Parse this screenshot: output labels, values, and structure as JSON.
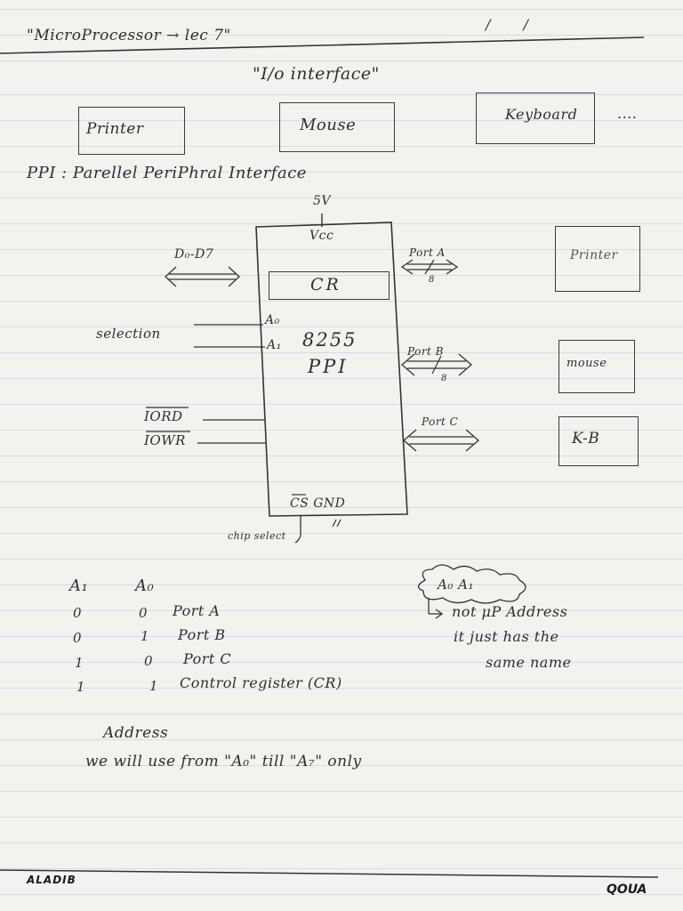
{
  "header": {
    "title": "\"MicroProcessor → lec 7\"",
    "date_marks": "/   /"
  },
  "section_title": "\"I/o interface\"",
  "devices": [
    "Printer",
    "Mouse",
    "Keyboard",
    "...."
  ],
  "ppi_definition": "PPI : Parellel PeriPhral Interface",
  "diagram": {
    "supply": "5V",
    "vcc": "Vcc",
    "cr": "CR",
    "chip_line1": "8255",
    "chip_line2": "PPI",
    "pin_a0": "A₀",
    "pin_a1": "A₁",
    "bottom_pins": "CS  GND",
    "data_bus": "D₀-D7",
    "selection": "selection",
    "iord": "IORD",
    "iowr": "IOWR",
    "chip_select": "chip select",
    "port_a": "Port A",
    "port_b": "Port B",
    "port_c": "Port C",
    "bus_width_a": "8",
    "bus_width_b": "8",
    "dev_printer": "Printer",
    "dev_mouse": "mouse",
    "dev_kb": "K-B"
  },
  "truth_table": {
    "headers": [
      "A₁",
      "A₀"
    ],
    "rows": [
      {
        "a1": "0",
        "a0": "0",
        "port": "Port A"
      },
      {
        "a1": "0",
        "a0": "1",
        "port": "Port B"
      },
      {
        "a1": "1",
        "a0": "0",
        "port": "Port C"
      },
      {
        "a1": "1",
        "a0": "1",
        "port": "Control register (CR)"
      }
    ]
  },
  "note": {
    "cloud": "A₀    A₁",
    "line1": "not  μP Address",
    "line2": "it just has the",
    "line3": "same name"
  },
  "address": {
    "heading": "Address",
    "text": "we will use from \"A₀\" till \"A₇\" only"
  },
  "footer": {
    "brand_left": "ALADIB",
    "brand_right": "QOUA"
  }
}
